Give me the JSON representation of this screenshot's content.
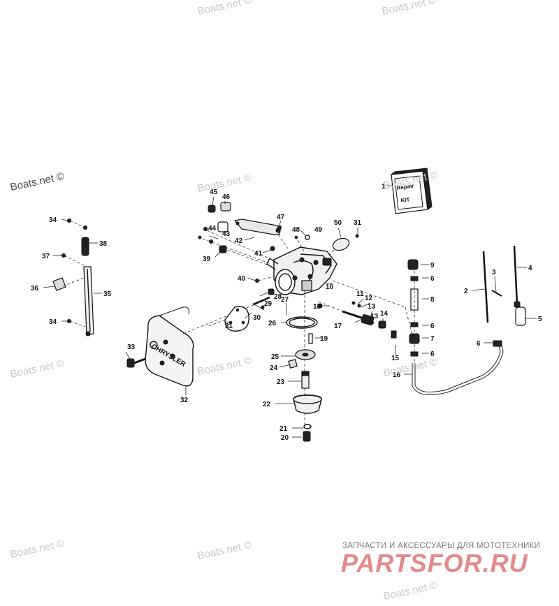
{
  "watermarks": [
    "Boats.net ©",
    "Boats.net ©",
    "Boats.net ©",
    "Boats.net ©",
    "Boats.net ©",
    "Boats.net ©",
    "Boats.net ©",
    "Boats.net ©",
    "Boats.net ©",
    "Boats.net ©",
    "Boats.net ©"
  ],
  "repair_kit_text": [
    "Repair",
    "KIT"
  ],
  "grille_text": "CHRYSLER",
  "callouts": [
    "1",
    "2",
    "3",
    "4",
    "5",
    "6",
    "6",
    "6",
    "6",
    "7",
    "8",
    "9",
    "10",
    "11",
    "12",
    "13",
    "13",
    "14",
    "15",
    "16",
    "17",
    "18",
    "19",
    "20",
    "21",
    "22",
    "23",
    "24",
    "25",
    "26",
    "27",
    "28",
    "29",
    "30",
    "31",
    "31",
    "32",
    "33",
    "34",
    "34",
    "35",
    "36",
    "37",
    "38",
    "39",
    "40",
    "41",
    "42",
    "43",
    "44",
    "45",
    "46",
    "47",
    "48",
    "49",
    "50"
  ],
  "footer": {
    "caption": "ЗАПЧАСТИ И АКСЕССУАРЫ ДЛЯ МОТОТЕХНИКИ",
    "logo": "PARTSFOR.RU"
  }
}
